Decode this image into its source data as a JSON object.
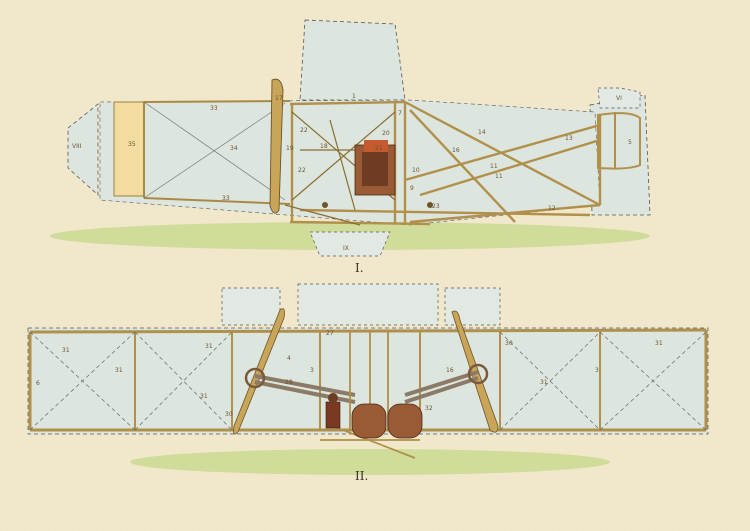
{
  "figures": {
    "side_view_label": "I.",
    "plan_view_label": "II."
  },
  "side_labels": {
    "rudder_35": "35",
    "rudder_mark": "VIII",
    "elevator_mark": "IX",
    "tail_mark": "VI",
    "n33_top": "33",
    "n34": "34",
    "n33_bottom": "33",
    "n1": "1",
    "n17": "17",
    "n22a": "22",
    "n19": "19",
    "n18": "18",
    "n22b": "22",
    "n21": "21",
    "n20": "20",
    "n7": "7",
    "n14": "14",
    "n16": "16",
    "n11a": "11",
    "n11b": "11",
    "n12": "12",
    "n13": "13",
    "n10": "10",
    "n9": "9",
    "n23": "23",
    "n5": "5"
  },
  "plan_labels": {
    "n6": "6",
    "n31a": "31",
    "n31b": "31",
    "n31c": "31",
    "n31d": "31",
    "n31e": "31",
    "n31f": "31",
    "n3a": "3",
    "n3b": "3",
    "n4": "4",
    "n16": "16",
    "n28": "28",
    "n32": "32",
    "n30a": "30",
    "n30b": "30",
    "n27": "27"
  },
  "colors": {
    "paper": "#f1e8cc",
    "frame": "#b0904a",
    "frame_dark": "#6e5426",
    "wing_fill": "#d9e3dc",
    "ground": "#c6d88a",
    "rudder": "#f2dca0",
    "engine": "#8a4a2a",
    "dash": "#5a5a5a"
  }
}
